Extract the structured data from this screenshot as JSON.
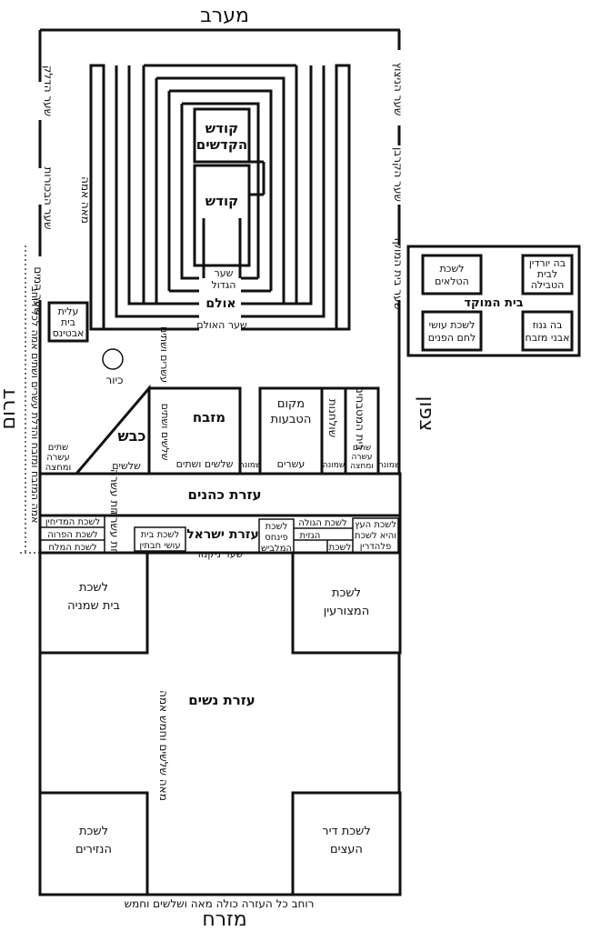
{
  "directions": {
    "west": "מערב",
    "east": "מזרח",
    "north": "צפון",
    "south": "דרום"
  },
  "gates_north": {
    "nitzotz": "שער הניצוץ",
    "korban": "שער הקרבן",
    "beit_hamoked": "שער בית המוקד"
  },
  "gates_south": {
    "g1": "שער הדלק",
    "g2": "שער הבכורות",
    "g3": "שער המים"
  },
  "sanctuary": {
    "holy_of_holies_1": "קודש",
    "holy_of_holies_2": "הקדשים",
    "holy": "קודש",
    "great_gate_1": "שער",
    "great_gate_2": "הגדול",
    "ulam": "אולם",
    "ulam_gate": "שער האולם",
    "hundred_cubits": "מאה אמה"
  },
  "avtinas": {
    "line1": "עלית",
    "line2": "בית",
    "line3": "אבטינס"
  },
  "kiyor": "כיור",
  "altar_area": {
    "kevesh": "כבש",
    "kevesh_thirty": "שלשים",
    "kevesh_side": "שתים עשרה ומחצה",
    "altar": "מזבח",
    "altar_vertical": "שלשים ושתים",
    "altar_bottom": "שלשים ושתים",
    "between_vertical": "עשרים ושתים",
    "eight_1": "שמונה",
    "rings_1": "מקום",
    "rings_2": "הטבעות",
    "twenty": "עשרים",
    "tables": "שולחנות",
    "eight_2": "שמונה",
    "nannasim": "בית המטבחים",
    "nannasim_size": "שתים עשרה ומחצה",
    "eight_3": "שמונה"
  },
  "south_dotted": "אמה המזבח ומזבח והדלת עשרים ושתים אמה לכל רוחב",
  "azarat_kohanim": "עזרת כהנים",
  "kohanim_eleven": "אחת עשרה",
  "israel_row": {
    "parva": "לשכת הפרוה",
    "madichin": "לשכת המדיחין",
    "melach": "לשכת המלח",
    "eleven": "אחת עשרה",
    "chavitin_1": "לשכת בית",
    "chavitin_2": "עושי חבתין",
    "azarat_israel": "עזרת ישראל",
    "pinchas_1": "לשכת",
    "pinchas_2": "פינחס",
    "pinchas_3": "המלביש",
    "hagola": "לשכת הגולה",
    "hagazit": "הגזית",
    "lishka": "לשכת",
    "eitz_1": "לשכת העץ",
    "eitz_2": "והיא לשכת",
    "eitz_3": "פלהדרין",
    "nikanor": "שער ניקנור"
  },
  "women": {
    "shemanim_1": "לשכת",
    "shemanim_2": "בית שמניה",
    "metzoraim_1": "לשכת",
    "metzoraim_2": "המצורעין",
    "title": "עזרת נשים",
    "dimension": "מאה שלשים וחמש אמה",
    "nezirim_1": "לשכת",
    "nezirim_2": "הנזירים",
    "dir_1": "לשכת דיר",
    "dir_2": "העצים"
  },
  "bottom_caption": "רוחב כל העזרה כולה מאה ושלשים וחמש",
  "moked": {
    "title": "בית המוקד",
    "telaim_1": "לשכת",
    "telaim_2": "הטלאים",
    "mikve_1": "בה יורדין",
    "mikve_2": "לבית",
    "mikve_3": "הטבילה",
    "lechem_1": "לשכת עושי",
    "lechem_2": "לחם הפנים",
    "stones_1": "בה גנוז",
    "stones_2": "אבני מזבח"
  }
}
